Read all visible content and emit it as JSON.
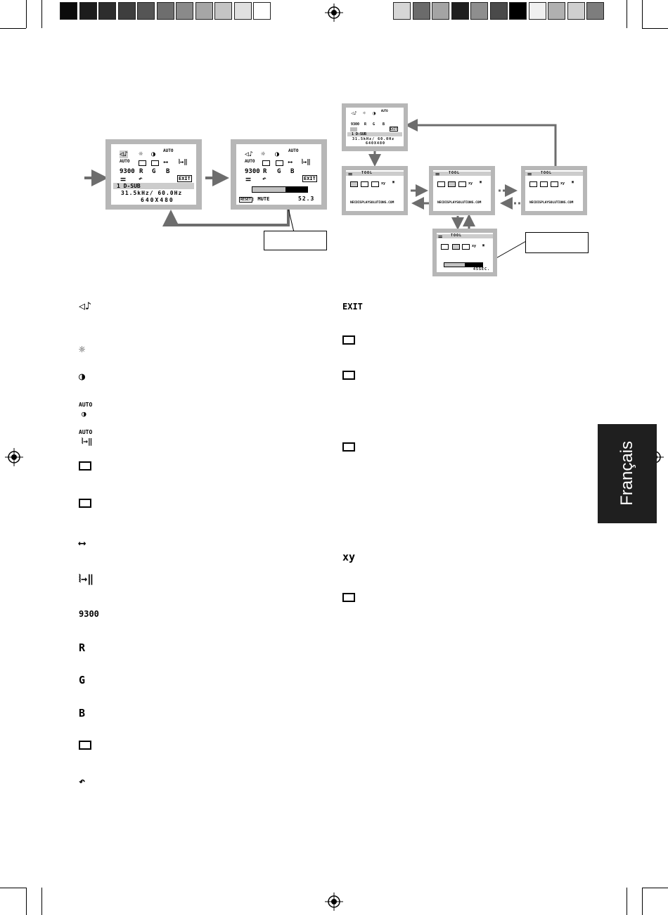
{
  "colors": {
    "left_strip": [
      "#0b0b0b",
      "#1c1c1c",
      "#2d2d2d",
      "#3e3e3e",
      "#555555",
      "#6e6e6e",
      "#8a8a8a",
      "#a6a6a6",
      "#c4c4c4",
      "#e0e0e0",
      "#ffffff"
    ],
    "right_strip": [
      "#d6d6d6",
      "#6b6b6b",
      "#a4a4a4",
      "#1f1f1f",
      "#8e8e8e",
      "#4a4a4a",
      "#000000",
      "#f0f0f0",
      "#b0b0b0",
      "#cfcfcf",
      "#7d7d7d"
    ],
    "osd_frame": "#b7b7b7",
    "tab_background": "#1f1f1f"
  },
  "osd_main": {
    "input": "1  D-SUB",
    "frequency": "31.5kHz/ 60.0Hz",
    "resolution": "640X480",
    "icons_row1": [
      "AUTO"
    ],
    "icons_row3": [
      "9300",
      "R",
      "G",
      "B"
    ],
    "exit": "EXIT"
  },
  "osd_volume": {
    "mute_label": ": MUTE",
    "value": "52.3",
    "reset_key": "RESET"
  },
  "tool_menu": {
    "title": "TOOL",
    "website": "NECDISPLAYSOLUTIONS.COM",
    "timer": "45SEC."
  },
  "tab_label": "Français",
  "legend_left": [
    {
      "icon": "volume-icon",
      "label": "◁♪"
    },
    {
      "icon": "brightness-icon",
      "label": "☼"
    },
    {
      "icon": "contrast-icon",
      "label": "◑"
    },
    {
      "icon": "auto-contrast-icon",
      "label": "AUTO"
    },
    {
      "icon": "auto-adjust-icon",
      "label": "AUTO"
    },
    {
      "icon": "left-right-icon",
      "label": ""
    },
    {
      "icon": "down-up-icon",
      "label": ""
    },
    {
      "icon": "h-size-icon",
      "label": "⟷"
    },
    {
      "icon": "fine-icon",
      "label": "⦚→‖"
    },
    {
      "icon": "color-9300-icon",
      "label": "9300"
    },
    {
      "icon": "red-icon",
      "label": "R"
    },
    {
      "icon": "green-icon",
      "label": "G"
    },
    {
      "icon": "blue-icon",
      "label": "B"
    },
    {
      "icon": "tools-icon",
      "label": ""
    },
    {
      "icon": "factory-preset-icon",
      "label": "↶"
    }
  ],
  "legend_right": [
    {
      "icon": "exit-icon",
      "label": "EXIT"
    },
    {
      "icon": "language-icon",
      "label": ""
    },
    {
      "icon": "osd-position-icon",
      "label": ""
    },
    {
      "icon": "osd-lockout-icon",
      "label": ""
    },
    {
      "icon": "resolution-notifier-icon",
      "label": "xy"
    },
    {
      "icon": "monitor-info-icon",
      "label": ""
    }
  ]
}
